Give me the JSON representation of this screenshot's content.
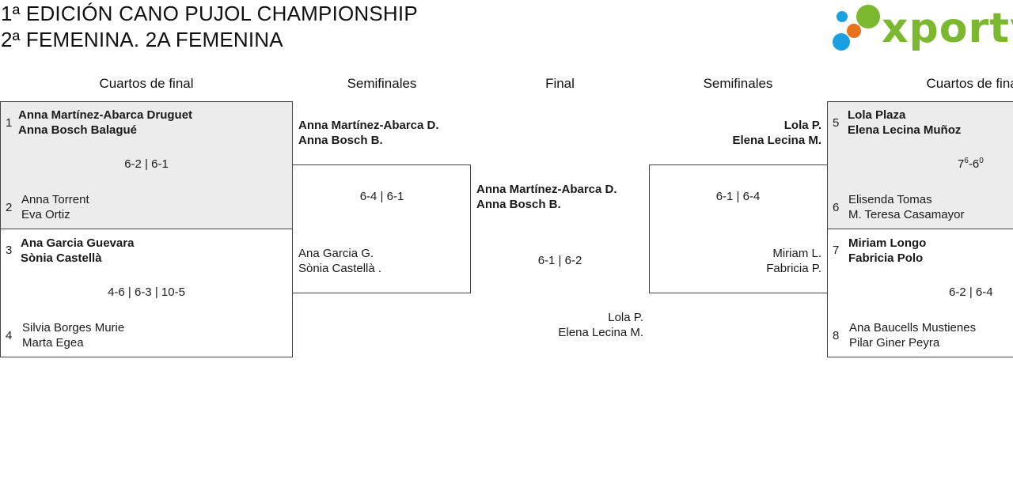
{
  "header": {
    "title_line1": "1ª EDICIÓN CANO PUJOL CHAMPIONSHIP",
    "title_line2": "2ª FEMENINA. 2A FEMENINA",
    "logo_text": "xporty"
  },
  "columns": {
    "qf_left": "Cuartos de final",
    "sf_left": "Semifinales",
    "final": "Final",
    "sf_right": "Semifinales",
    "qf_right": "Cuartos de final"
  },
  "quarterfinals_left": [
    {
      "top": {
        "seed": "1",
        "p1": "Anna Martínez-Abarca Druguet",
        "p2": "Anna Bosch Balagué"
      },
      "score": "6-2 | 6-1",
      "bottom": {
        "seed": "2",
        "p1": "Anna Torrent",
        "p2": "Eva Ortiz"
      }
    },
    {
      "top": {
        "seed": "3",
        "p1": "Ana Garcia Guevara",
        "p2": "Sònia Castellà"
      },
      "score": "4-6 | 6-3 | 10-5",
      "bottom": {
        "seed": "4",
        "p1": "Silvia Borges Murie",
        "p2": "Marta Egea"
      }
    }
  ],
  "semifinal_left": {
    "top": {
      "p1": "Anna Martínez-Abarca D.",
      "p2": "Anna Bosch B."
    },
    "score": "6-4 | 6-1",
    "bottom": {
      "p1": "Ana Garcia G.",
      "p2": "Sònia Castellà ."
    }
  },
  "final": {
    "top": {
      "p1": "Anna Martínez-Abarca D.",
      "p2": "Anna Bosch B."
    },
    "score": "6-1 | 6-2",
    "bottom": {
      "p1": "Lola P.",
      "p2": "Elena Lecina M."
    }
  },
  "semifinal_right": {
    "top": {
      "p1": "Lola P.",
      "p2": "Elena Lecina M."
    },
    "score": "6-1 | 6-4",
    "bottom": {
      "p1": "Miriam L.",
      "p2": "Fabricia P."
    }
  },
  "quarterfinals_right": [
    {
      "top": {
        "seed": "5",
        "p1": "Lola Plaza",
        "p2": "Elena Lecina Muñoz"
      },
      "score_a": "7",
      "score_a_sup": "6",
      "score_b": "-6",
      "score_b_sup": "0",
      "bottom": {
        "seed": "6",
        "p1": "Elisenda Tomas",
        "p2": "M. Teresa Casamayor"
      }
    },
    {
      "top": {
        "seed": "7",
        "p1": "Miriam Longo",
        "p2": "Fabricia Polo"
      },
      "score": "6-2 | 6-4",
      "bottom": {
        "seed": "8",
        "p1": "Ana Baucells Mustienes",
        "p2": "Pilar Giner Peyra"
      }
    }
  ],
  "colors": {
    "logo_green": "#7cb82f",
    "logo_blue": "#1aa0e0",
    "logo_orange": "#e8731c",
    "winner_bg": "#ececec"
  }
}
